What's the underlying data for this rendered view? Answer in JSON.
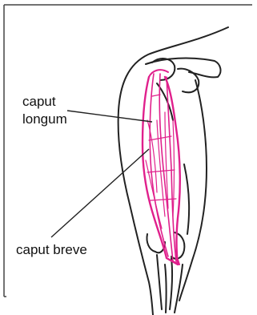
{
  "labels": {
    "caput_longum_line1": "caput",
    "caput_longum_line2": "longum",
    "caput_breve": "caput breve"
  },
  "colors": {
    "muscle": "#e0208c",
    "ink": "#222222",
    "frame": "#333333",
    "background": "#ffffff"
  }
}
